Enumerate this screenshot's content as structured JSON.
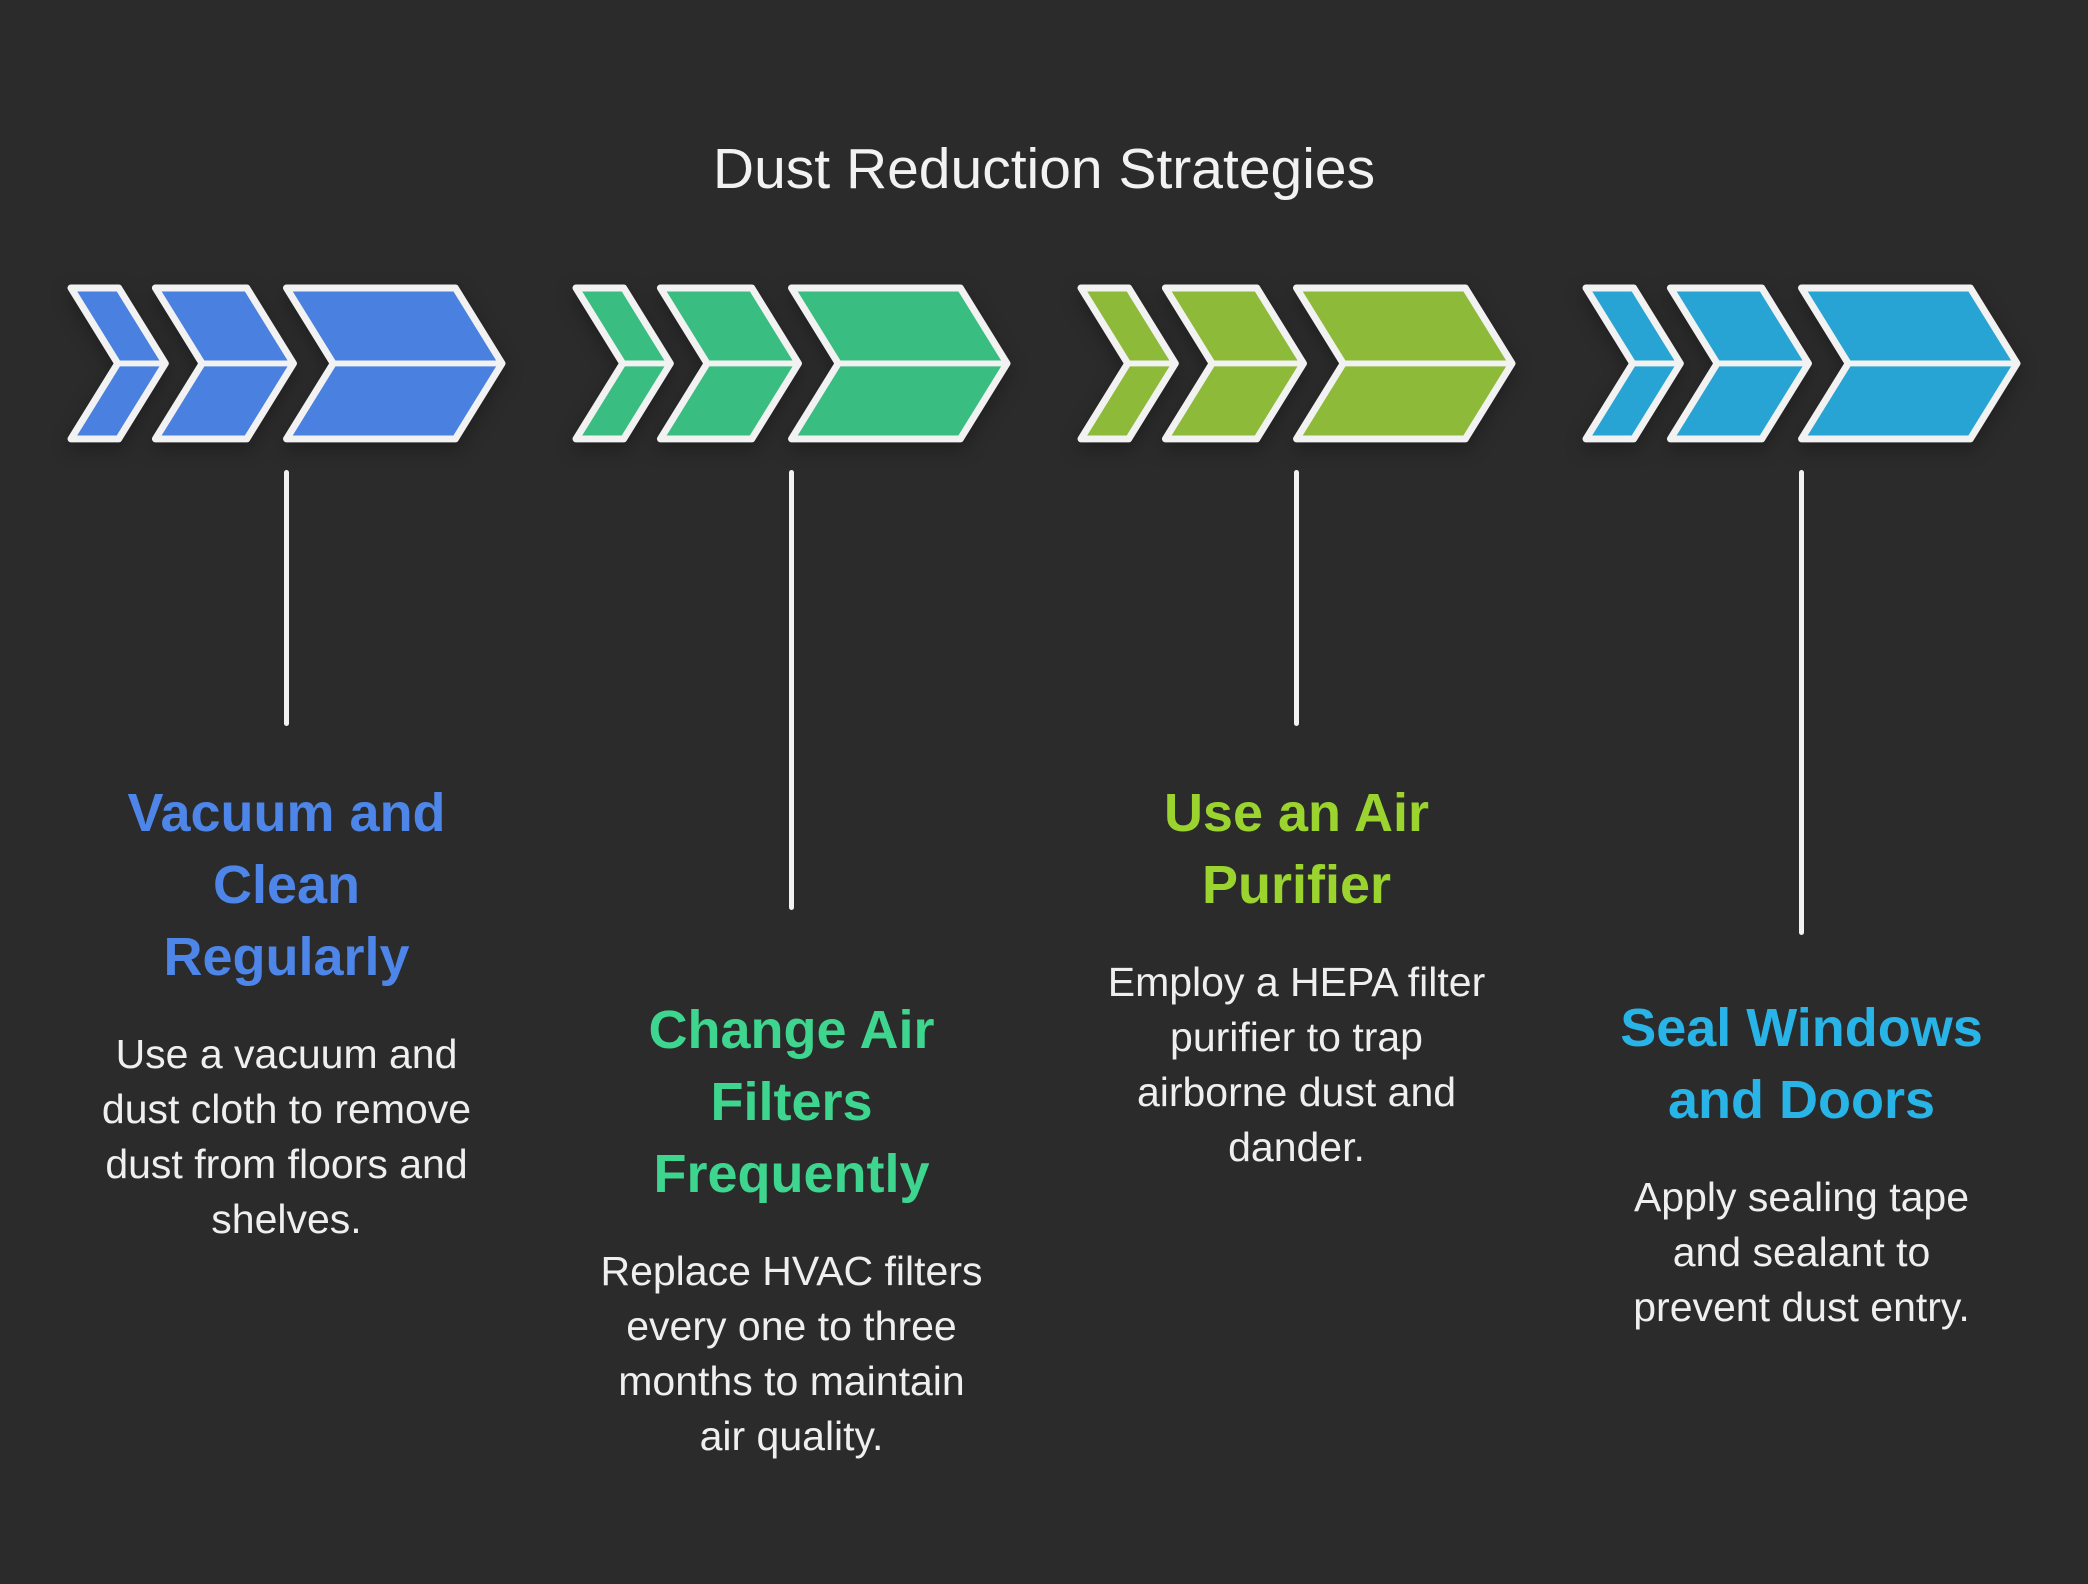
{
  "title": "Dust Reduction Strategies",
  "background_color": "#2b2b2c",
  "outline_color": "#f2f2f2",
  "body_text_color": "#efefef",
  "columns": [
    {
      "icon": "triple-chevron-right-icon",
      "chevron_color": "#4a80e0",
      "heading_color": "#4d86e8",
      "heading": "Vacuum and\nClean\nRegularly",
      "body": "Use a vacuum and\ndust cloth to remove\ndust from floors and\nshelves."
    },
    {
      "icon": "triple-chevron-right-icon",
      "chevron_color": "#3abd80",
      "heading_color": "#3ed68e",
      "heading": "Change Air\nFilters\nFrequently",
      "body": "Replace HVAC filters\nevery one to three\nmonths to maintain\nair quality."
    },
    {
      "icon": "triple-chevron-right-icon",
      "chevron_color": "#8eba3a",
      "heading_color": "#9bd42e",
      "heading": "Use an Air\nPurifier",
      "body": "Employ a HEPA filter\npurifier to trap\nairborne dust and\ndander."
    },
    {
      "icon": "triple-chevron-right-icon",
      "chevron_color": "#28a4d4",
      "heading_color": "#29b4e8",
      "heading": "Seal Windows\nand Doors",
      "body": "Apply sealing tape\nand sealant to\nprevent dust entry."
    }
  ]
}
